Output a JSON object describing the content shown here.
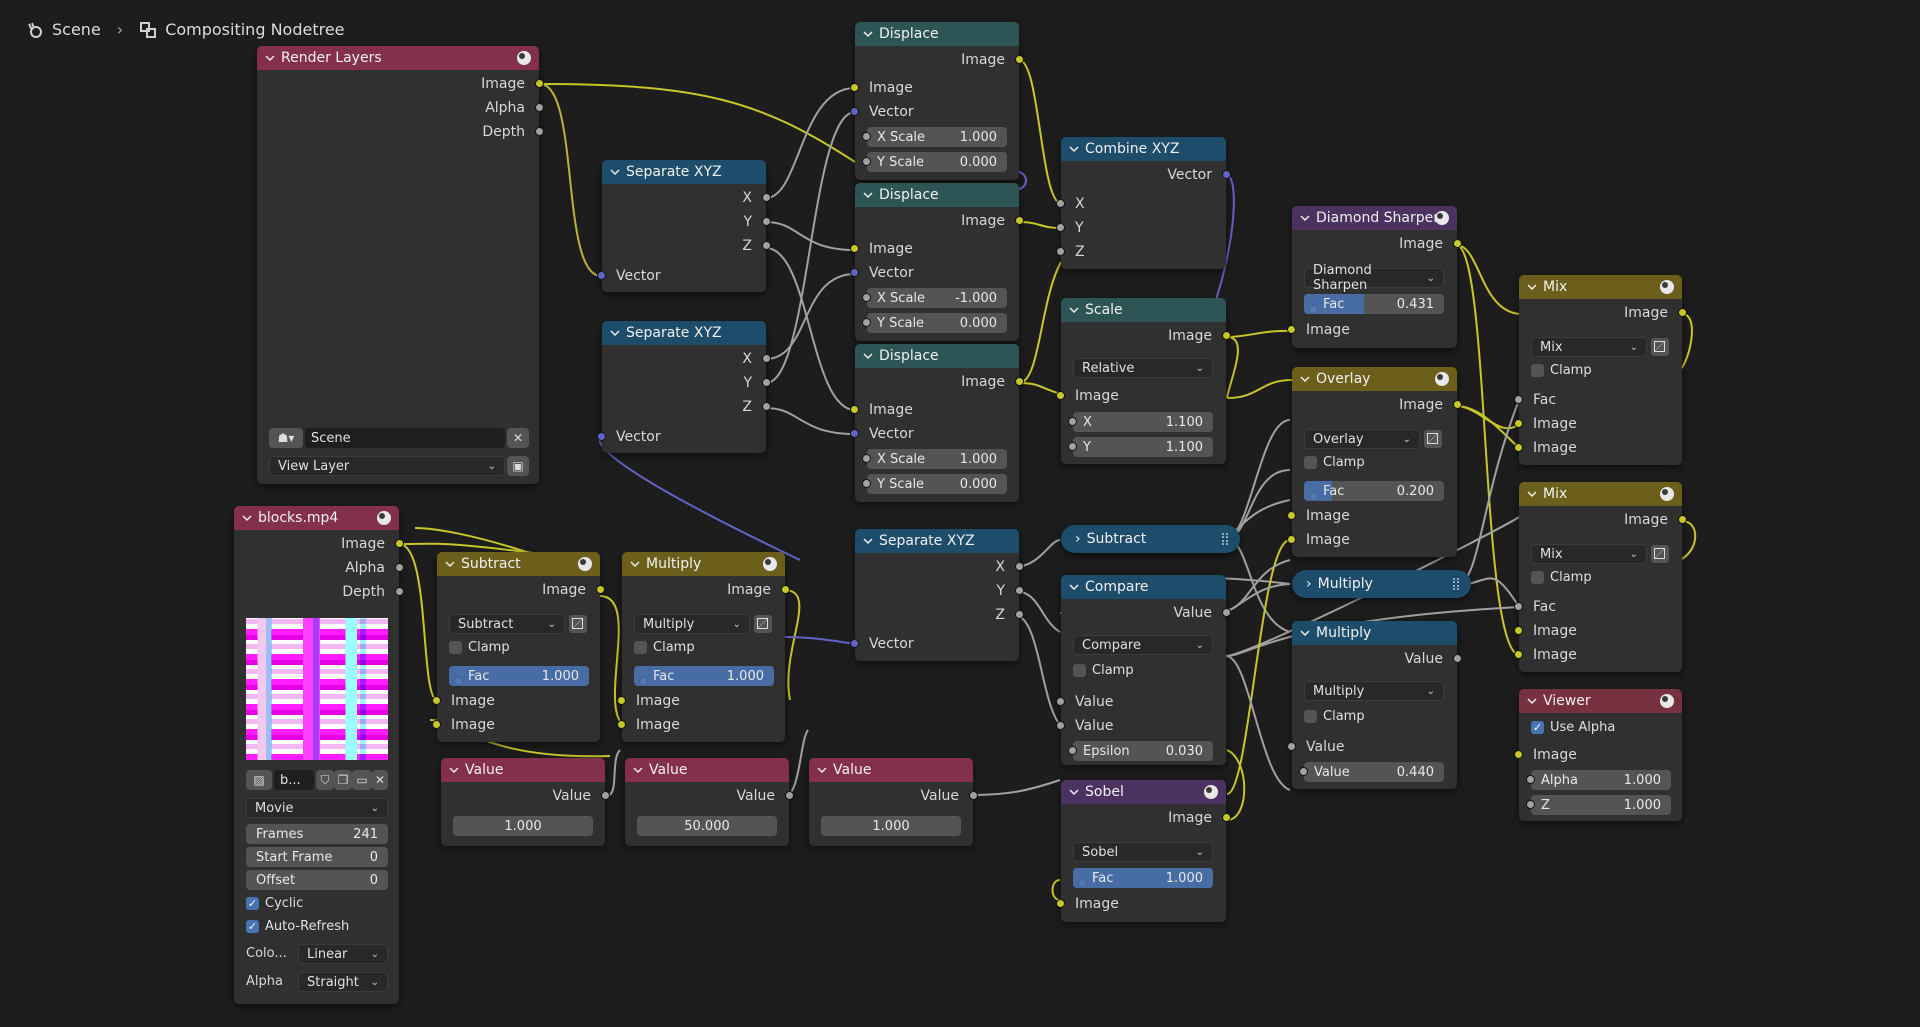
{
  "breadcrumb": {
    "scene": "Scene",
    "tree": "Compositing Nodetree"
  },
  "labels": {
    "image": "Image",
    "alpha": "Alpha",
    "depth": "Depth",
    "vector": "Vector",
    "x": "X",
    "y": "Y",
    "z": "Z",
    "fac": "Fac",
    "clamp": "Clamp",
    "value": "Value",
    "x_scale": "X Scale",
    "y_scale": "Y Scale"
  },
  "render_layers": {
    "title": "Render Layers",
    "scene": "Scene",
    "layer": "View Layer"
  },
  "separate1": {
    "title": "Separate XYZ"
  },
  "separate2": {
    "title": "Separate XYZ"
  },
  "separate3": {
    "title": "Separate XYZ"
  },
  "displace1": {
    "title": "Displace",
    "xs": "1.000",
    "ys": "0.000"
  },
  "displace2": {
    "title": "Displace",
    "xs": "-1.000",
    "ys": "0.000"
  },
  "displace3": {
    "title": "Displace",
    "xs": "1.000",
    "ys": "0.000"
  },
  "combine": {
    "title": "Combine XYZ"
  },
  "scale": {
    "title": "Scale",
    "mode": "Relative",
    "x": "1.100",
    "y": "1.100"
  },
  "diamond": {
    "title": "Diamond Sharpen",
    "mode": "Diamond Sharpen",
    "fac": "0.431"
  },
  "overlay": {
    "title": "Overlay",
    "mode": "Overlay",
    "fac": "0.200"
  },
  "mix1": {
    "title": "Mix",
    "mode": "Mix"
  },
  "mix2": {
    "title": "Mix",
    "mode": "Mix"
  },
  "viewer": {
    "title": "Viewer",
    "use_alpha": "Use Alpha",
    "alpha": "1.000",
    "z": "1.000"
  },
  "blocks": {
    "title": "blocks.mp4",
    "file": "b...",
    "source": "Movie",
    "frames_label": "Frames",
    "frames": "241",
    "start_label": "Start Frame",
    "start": "0",
    "offset_label": "Offset",
    "offset": "0",
    "cyclic": "Cyclic",
    "auto_refresh": "Auto-Refresh",
    "color_label": "Colo...",
    "color": "Linear",
    "alpha_label": "Alpha",
    "alpha": "Straight"
  },
  "subtract": {
    "title": "Subtract",
    "mode": "Subtract",
    "fac": "1.000"
  },
  "multiply1": {
    "title": "Multiply",
    "mode": "Multiply",
    "fac": "1.000"
  },
  "value1": {
    "title": "Value",
    "val": "1.000"
  },
  "value2": {
    "title": "Value",
    "val": "50.000"
  },
  "value3": {
    "title": "Value",
    "val": "1.000"
  },
  "subtract_pill": {
    "title": "Subtract"
  },
  "multiply_pill": {
    "title": "Multiply"
  },
  "compare": {
    "title": "Compare",
    "mode": "Compare",
    "epsilon_label": "Epsilon",
    "epsilon": "0.030"
  },
  "multiply2": {
    "title": "Multiply",
    "mode": "Multiply",
    "val": "0.440"
  },
  "sobel": {
    "title": "Sobel",
    "mode": "Sobel",
    "fac": "1.000"
  },
  "progress": {
    "diamond_fac": 0.431,
    "overlay_fac": 0.2,
    "fac_full": 1.0
  },
  "colors": {
    "image_socket": "#c7c729",
    "value_socket": "#a1a1a1",
    "vector_socket": "#6363c7"
  }
}
